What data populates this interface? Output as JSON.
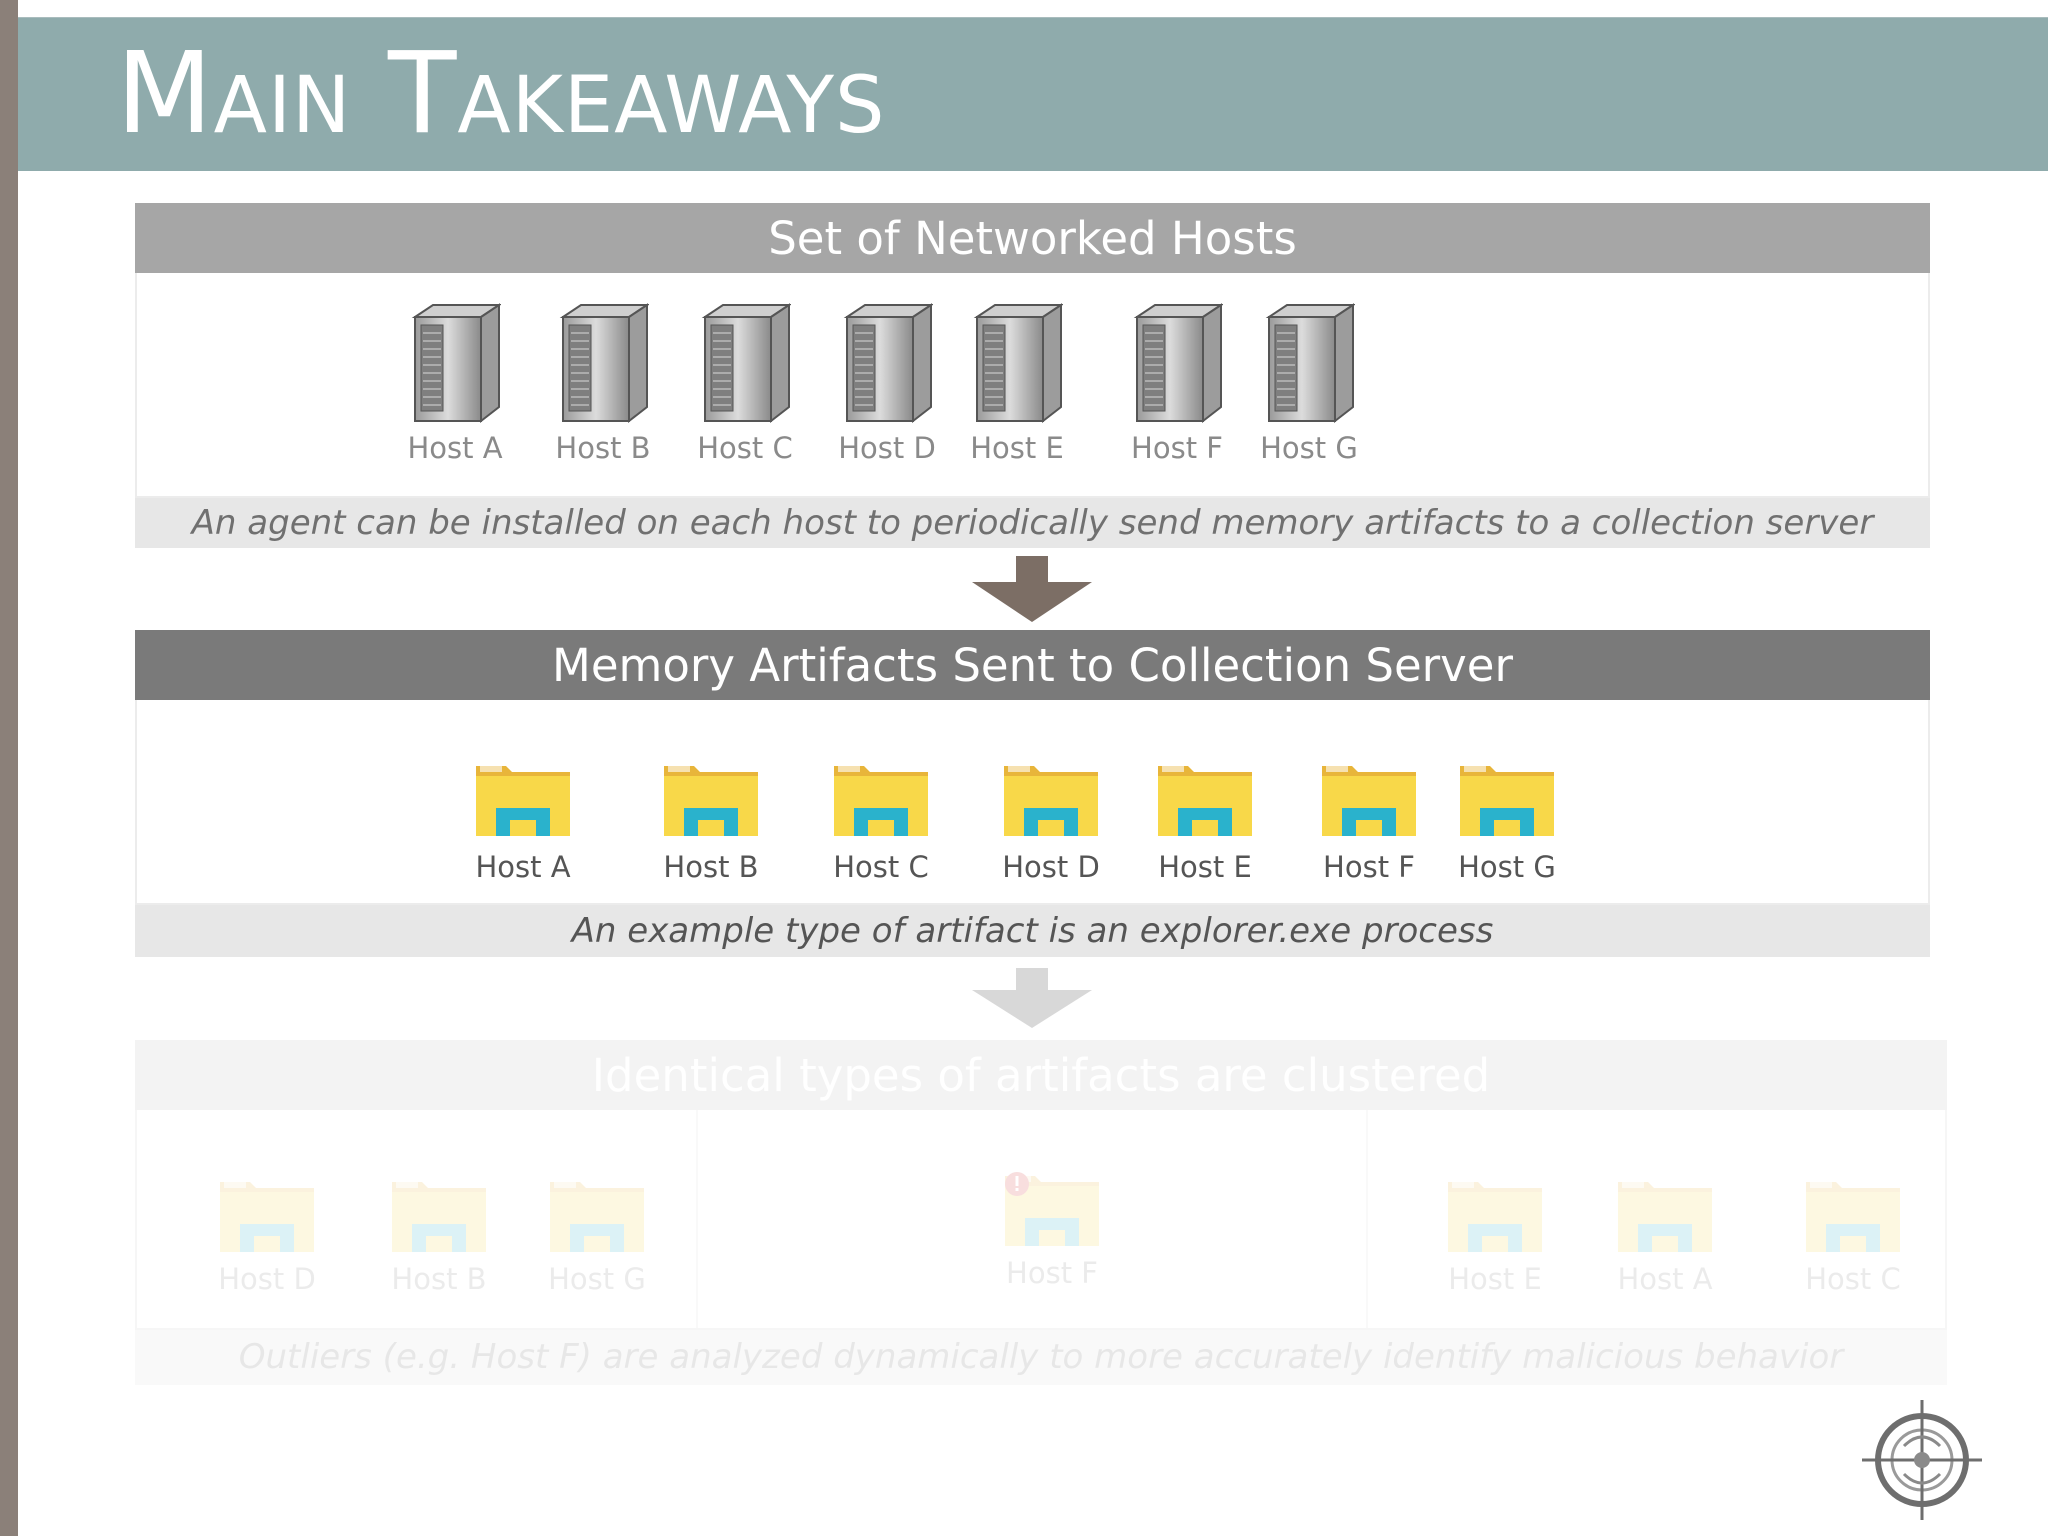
{
  "slide": {
    "title": "Main Takeaways"
  },
  "panel1": {
    "header": "Set of Networked Hosts",
    "hosts": [
      "Host A",
      "Host B",
      "Host C",
      "Host D",
      "Host E",
      "Host F",
      "Host G"
    ],
    "icon": "server-icon",
    "caption": "An agent can be installed on each host to periodically send memory artifacts to a collection server"
  },
  "panel2": {
    "header": "Memory Artifacts Sent to Collection Server",
    "hosts": [
      "Host A",
      "Host B",
      "Host C",
      "Host D",
      "Host E",
      "Host F",
      "Host G"
    ],
    "icon": "folder-icon",
    "caption": "An example type of artifact is an explorer.exe process"
  },
  "panel3": {
    "header": "Identical types of artifacts are clustered",
    "cluster_left": [
      "Host D",
      "Host B",
      "Host G"
    ],
    "outlier": "Host F",
    "cluster_right": [
      "Host E",
      "Host A",
      "Host C"
    ],
    "caption": "Outliers (e.g. Host F) are analyzed dynamically to more accurately identify malicious behavior"
  },
  "colors": {
    "title_band": "#8fabac",
    "panel1_header": "#a6a6a6",
    "panel2_header": "#7a7a7a",
    "arrow1": "#7c6e65",
    "arrow2": "#d8d8d8",
    "folder_yellow": "#f8d849",
    "folder_cyan": "#2ab2cc",
    "left_bar": "#8b8079"
  }
}
